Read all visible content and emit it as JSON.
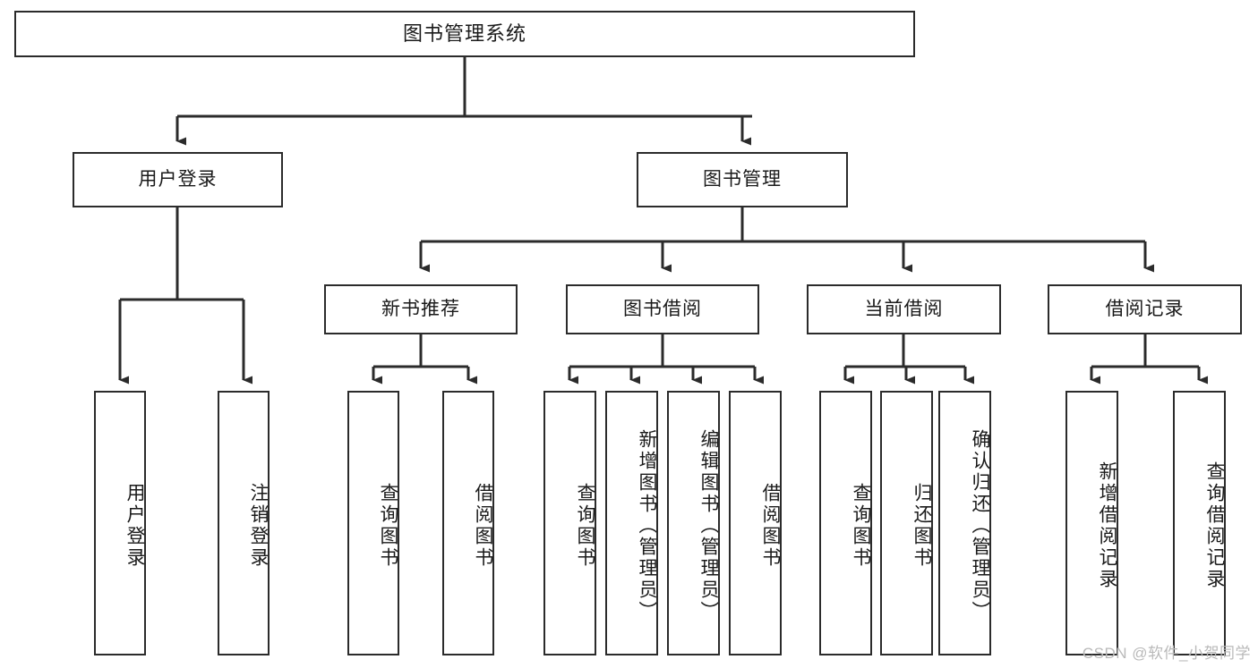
{
  "diagram": {
    "title": "图书管理系统",
    "type": "tree-hierarchy-chart",
    "watermark": "CSDN @软件_小贺同学",
    "colors": {
      "stroke": "#2b2b2b",
      "fill": "#ffffff",
      "text": "#1a1a1a",
      "watermark": "#b9b9b9"
    },
    "root": {
      "label": "图书管理系统"
    },
    "level2": [
      {
        "label": "用户登录"
      },
      {
        "label": "图书管理"
      }
    ],
    "level3": [
      {
        "label": "新书推荐"
      },
      {
        "label": "图书借阅"
      },
      {
        "label": "当前借阅"
      },
      {
        "label": "借阅记录"
      }
    ],
    "leaves": {
      "user_login": [
        {
          "label": "用户登录"
        },
        {
          "label": "注销登录"
        }
      ],
      "new_book_recommend": [
        {
          "label": "查询图书"
        },
        {
          "label": "借阅图书"
        }
      ],
      "book_borrow": [
        {
          "label": "查询图书"
        },
        {
          "label": "新增图书（管理员）"
        },
        {
          "label": "编辑图书（管理员）"
        },
        {
          "label": "借阅图书"
        }
      ],
      "current_borrow": [
        {
          "label": "查询图书"
        },
        {
          "label": "归还图书"
        },
        {
          "label": "确认归还（管理员）"
        }
      ],
      "borrow_record": [
        {
          "label": "新增借阅记录"
        },
        {
          "label": "查询借阅记录"
        }
      ]
    }
  }
}
